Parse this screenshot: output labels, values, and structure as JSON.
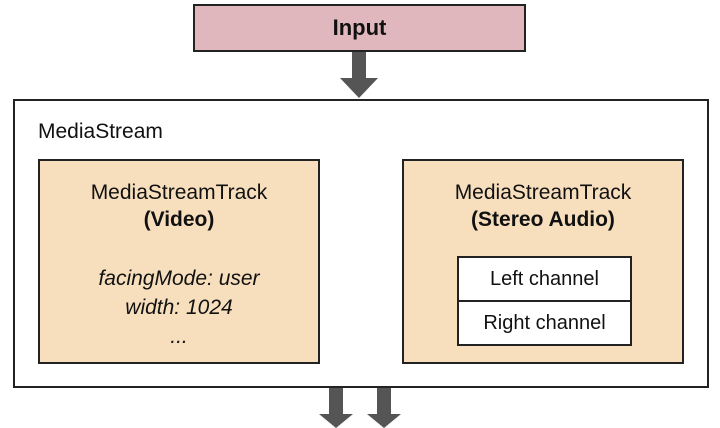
{
  "input": {
    "label": "Input"
  },
  "stream": {
    "label": "MediaStream"
  },
  "video_track": {
    "title": "MediaStreamTrack",
    "subtitle": "(Video)",
    "props": [
      "facingMode: user",
      "width: 1024",
      "..."
    ]
  },
  "audio_track": {
    "title": "MediaStreamTrack",
    "subtitle": "(Stereo Audio)",
    "channels": [
      "Left channel",
      "Right channel"
    ]
  },
  "colors": {
    "input_fill": "#dfb7bd",
    "track_fill": "#f7dfbe",
    "arrow": "#555555",
    "border": "#222222"
  }
}
